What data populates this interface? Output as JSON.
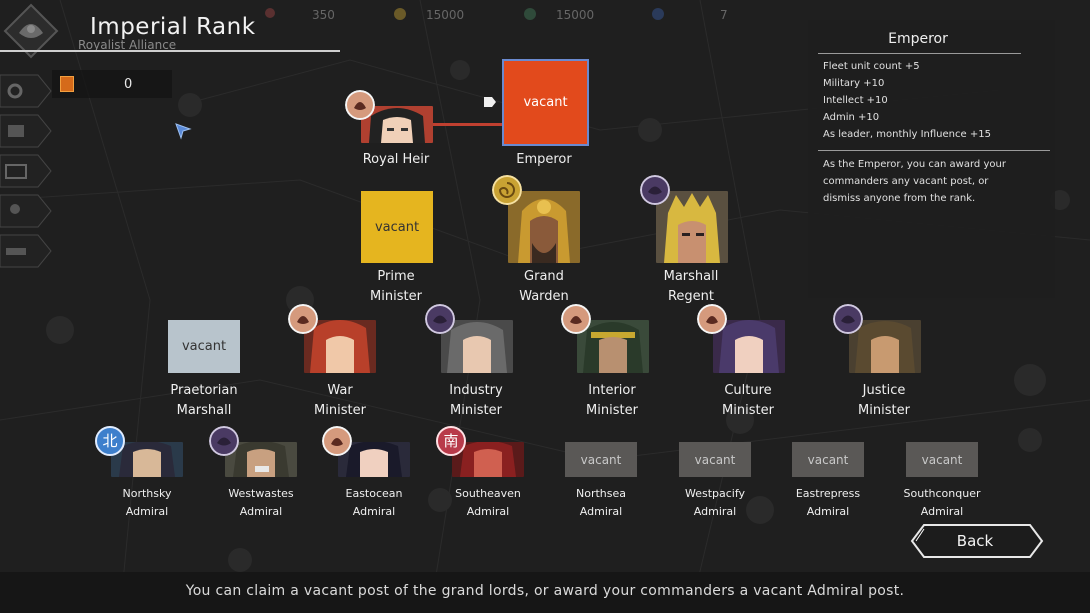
{
  "header": {
    "title": "Imperial Rank",
    "subtitle": "Royalist Alliance",
    "resources": [
      "350",
      "15000",
      "15000",
      "7"
    ],
    "counter": "0"
  },
  "ranks": {
    "heir": {
      "title": "Royal Heir"
    },
    "emperor": {
      "title": "Emperor",
      "vacant": "vacant"
    },
    "prime": {
      "line1": "Prime",
      "line2": "Minister",
      "vacant": "vacant"
    },
    "grand": {
      "line1": "Grand",
      "line2": "Warden"
    },
    "marshall": {
      "line1": "Marshall",
      "line2": "Regent"
    },
    "ministers": [
      {
        "line1": "Praetorian",
        "line2": "Marshall",
        "vacant": "vacant"
      },
      {
        "line1": "War",
        "line2": "Minister"
      },
      {
        "line1": "Industry",
        "line2": "Minister"
      },
      {
        "line1": "Interior",
        "line2": "Minister"
      },
      {
        "line1": "Culture",
        "line2": "Minister"
      },
      {
        "line1": "Justice",
        "line2": "Minister"
      }
    ],
    "admirals": [
      {
        "line1": "Northsky",
        "line2": "Admiral",
        "badge": "北"
      },
      {
        "line1": "Westwastes",
        "line2": "Admiral"
      },
      {
        "line1": "Eastocean",
        "line2": "Admiral"
      },
      {
        "line1": "Southeaven",
        "line2": "Admiral",
        "badge": "南"
      },
      {
        "line1": "Northsea",
        "line2": "Admiral",
        "vacant": "vacant"
      },
      {
        "line1": "Westpacify",
        "line2": "Admiral",
        "vacant": "vacant"
      },
      {
        "line1": "Eastrepress",
        "line2": "Admiral",
        "vacant": "vacant"
      },
      {
        "line1": "Southconquer",
        "line2": "Admiral",
        "vacant": "vacant"
      }
    ]
  },
  "info": {
    "title": "Emperor",
    "stats": [
      "Fleet unit count +5",
      "Military +10",
      "Intellect +10",
      "Admin +10",
      "As leader, monthly Influence +15"
    ],
    "description": "As the Emperor, you can award your commanders any vacant post, or dismiss anyone from the rank."
  },
  "footer": {
    "hint": "You can claim a vacant post of the grand lords, or award your commanders a vacant Admiral post.",
    "back_label": "Back"
  },
  "colors": {
    "emperor_vacant": "#e24a1c",
    "prime_vacant": "#e5b51f",
    "praetorian_vacant": "#b8c4cc",
    "admiral_vacant": "#5a5856",
    "badge_royal": "#d59a7d",
    "badge_purple": "#4a3a63",
    "badge_blue": "#3d7fcc",
    "badge_red": "#b83a4a",
    "badge_gold": "#c9a233"
  },
  "icons": [
    "game-logo-icon",
    "gear-icon",
    "mail-icon",
    "cursor-icon",
    "pointer-hand-icon"
  ]
}
